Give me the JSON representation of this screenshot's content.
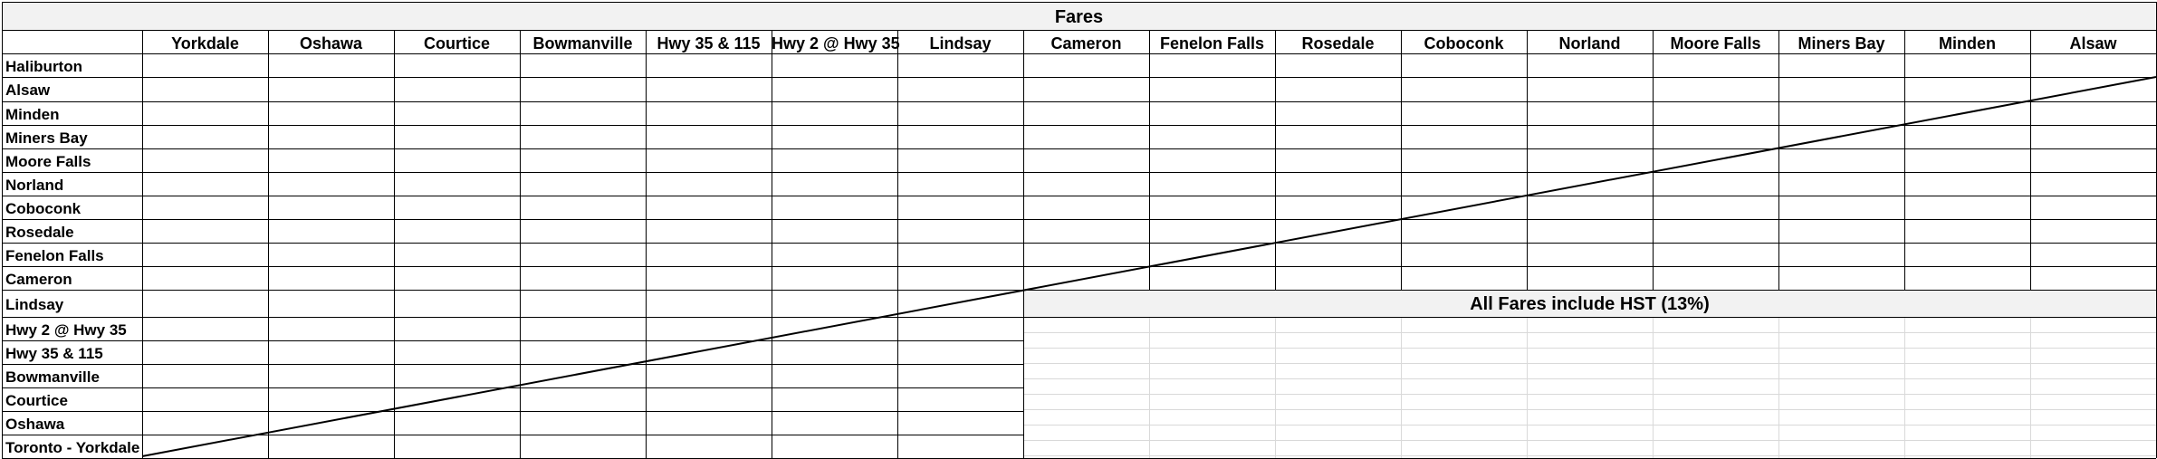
{
  "title": "Fares",
  "columns": [
    "Yorkdale",
    "Oshawa",
    "Courtice",
    "Bowmanville",
    "Hwy 35 & 115",
    "Hwy 2 @ Hwy 35",
    "Lindsay",
    "Cameron",
    "Fenelon Falls",
    "Rosedale",
    "Coboconk",
    "Norland",
    "Moore Falls",
    "Miners Bay",
    "Minden",
    "Alsaw"
  ],
  "rows": [
    "Haliburton",
    "Alsaw",
    "Minden",
    "Miners Bay",
    "Moore Falls",
    "Norland",
    "Coboconk",
    "Rosedale",
    "Fenelon Falls",
    "Cameron",
    "Lindsay",
    "Hwy 2 @ Hwy 35",
    "Hwy 35 & 115",
    "Bowmanville",
    "Courtice",
    "Oshawa",
    "Toronto - Yorkdale"
  ],
  "note": "All Fares include HST (13%)",
  "colors": {
    "border": "#000000",
    "faint_grid": "#d9d9d9",
    "header_band": "#f2f2f2"
  }
}
